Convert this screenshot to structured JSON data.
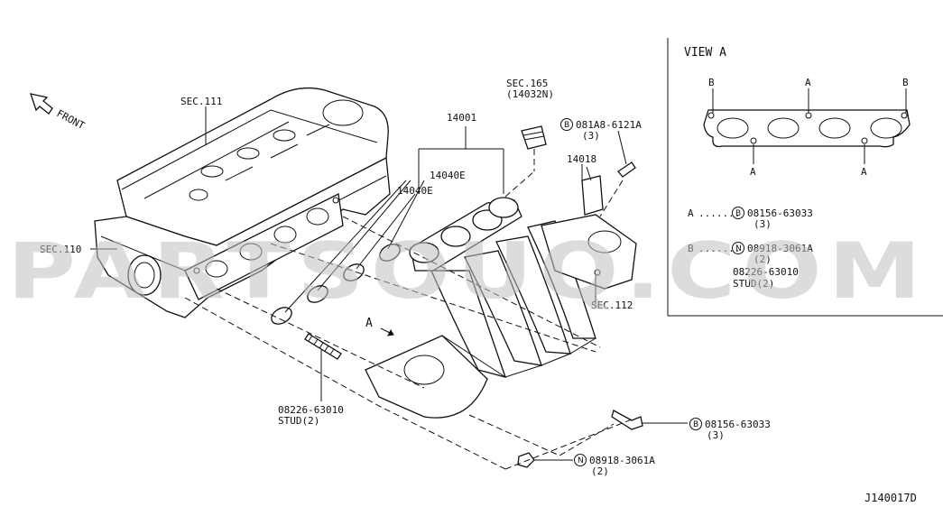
{
  "labels": {
    "sec111": "SEC.111",
    "sec110": "SEC.110",
    "sec165": "SEC.165",
    "sec165_sub": "(14032N)",
    "sec112": "SEC.112",
    "front": "FRONT",
    "p14001": "14001",
    "p14040e_a": "14040E",
    "p14040e_b": "14040E",
    "p14018": "14018",
    "bolt_top_code": "081A8-6121A",
    "bolt_top_qty": "(3)",
    "bolt_right_code": "08156-63033",
    "bolt_right_qty": "(3)",
    "nut_bottom_code": "08918-3061A",
    "nut_bottom_qty": "(2)",
    "stud_code": "08226-63010",
    "stud_qty": "STUD(2)",
    "arrow_a": "A",
    "drawing_id": "J140017D"
  },
  "view_a": {
    "title": "VIEW A",
    "mark_a": "A",
    "mark_b": "B",
    "legend_a_key": "A",
    "legend_a_code": "08156-63033",
    "legend_a_qty": "(3)",
    "legend_b_key": "B",
    "legend_b_code": "08918-3061A",
    "legend_b_qty": "(2)",
    "legend_b_code2": "08226-63010",
    "legend_b_qty2": "STUD(2)"
  },
  "symbols": {
    "bolt": "B",
    "nut": "N"
  },
  "watermark": "PARTSOUQ.COM"
}
